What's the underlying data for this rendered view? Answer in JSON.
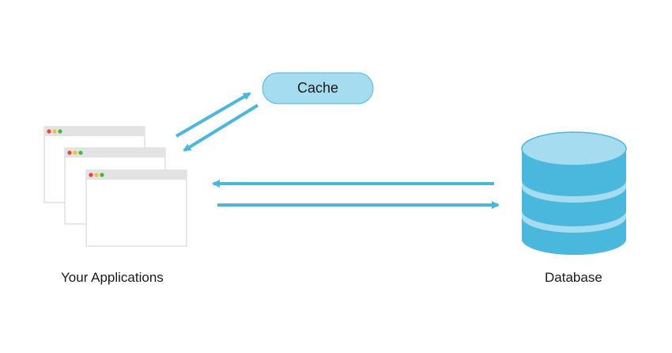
{
  "nodes": {
    "cache": {
      "label": "Cache"
    },
    "applications": {
      "label": "Your Applications"
    },
    "database": {
      "label": "Database"
    }
  },
  "edges": [
    {
      "from": "applications",
      "to": "cache"
    },
    {
      "from": "cache",
      "to": "applications"
    },
    {
      "from": "database",
      "to": "applications"
    },
    {
      "from": "applications",
      "to": "database"
    }
  ],
  "colors": {
    "arrow": "#4ab8dc",
    "cache_fill": "#a6dcef",
    "cache_stroke": "#4ab8dc",
    "database_fill": "#4ab8dc",
    "database_top": "#a6dcef",
    "database_band": "#a6dcef",
    "window_titlebar": "#e3e3e3",
    "window_border": "#d0d0d0",
    "dot_red": "#e8453c",
    "dot_yellow": "#f2c12e",
    "dot_green": "#3dbb4a"
  }
}
